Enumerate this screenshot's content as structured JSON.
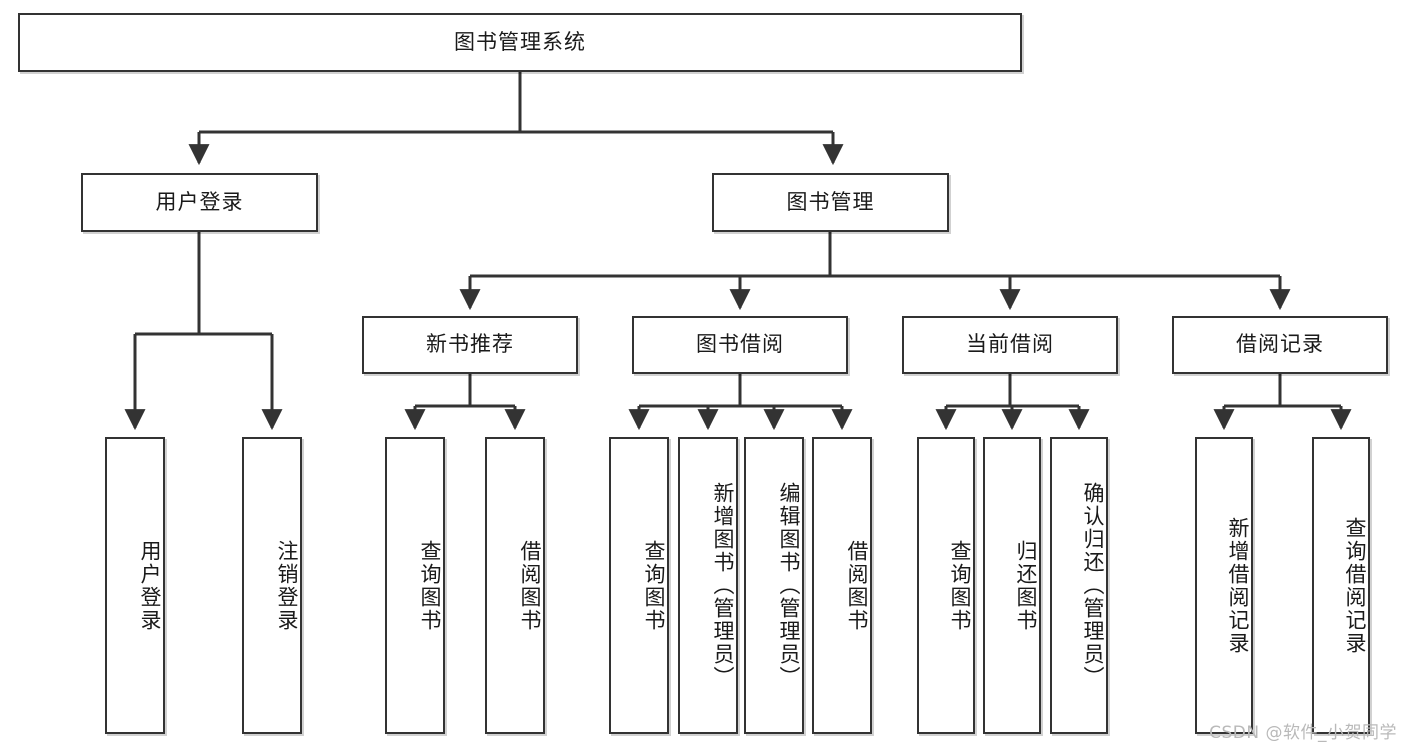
{
  "diagram": {
    "title": "图书管理系统",
    "type": "tree-hierarchy-diagram",
    "root": {
      "label": "图书管理系统"
    },
    "level1": [
      {
        "label": "用户登录"
      },
      {
        "label": "图书管理"
      }
    ],
    "level2": [
      {
        "label": "新书推荐"
      },
      {
        "label": "图书借阅"
      },
      {
        "label": "当前借阅"
      },
      {
        "label": "借阅记录"
      }
    ],
    "leaves": {
      "user_login": [
        {
          "label": "用户登录"
        },
        {
          "label": "注销登录"
        }
      ],
      "new_book_recommend": [
        {
          "label": "查询图书"
        },
        {
          "label": "借阅图书"
        }
      ],
      "book_borrow": [
        {
          "label": "查询图书"
        },
        {
          "label": "新增图书（管理员）"
        },
        {
          "label": "编辑图书（管理员）"
        },
        {
          "label": "借阅图书"
        }
      ],
      "current_borrow": [
        {
          "label": "查询图书"
        },
        {
          "label": "归还图书"
        },
        {
          "label": "确认归还（管理员）"
        }
      ],
      "borrow_record": [
        {
          "label": "新增借阅记录"
        },
        {
          "label": "查询借阅记录"
        }
      ]
    }
  },
  "watermark": {
    "text": "CSDN @软件_小贺同学"
  },
  "colors": {
    "stroke": "#333333",
    "background": "#ffffff",
    "text": "#1a1a1a",
    "watermark": "#b9b9b9"
  }
}
